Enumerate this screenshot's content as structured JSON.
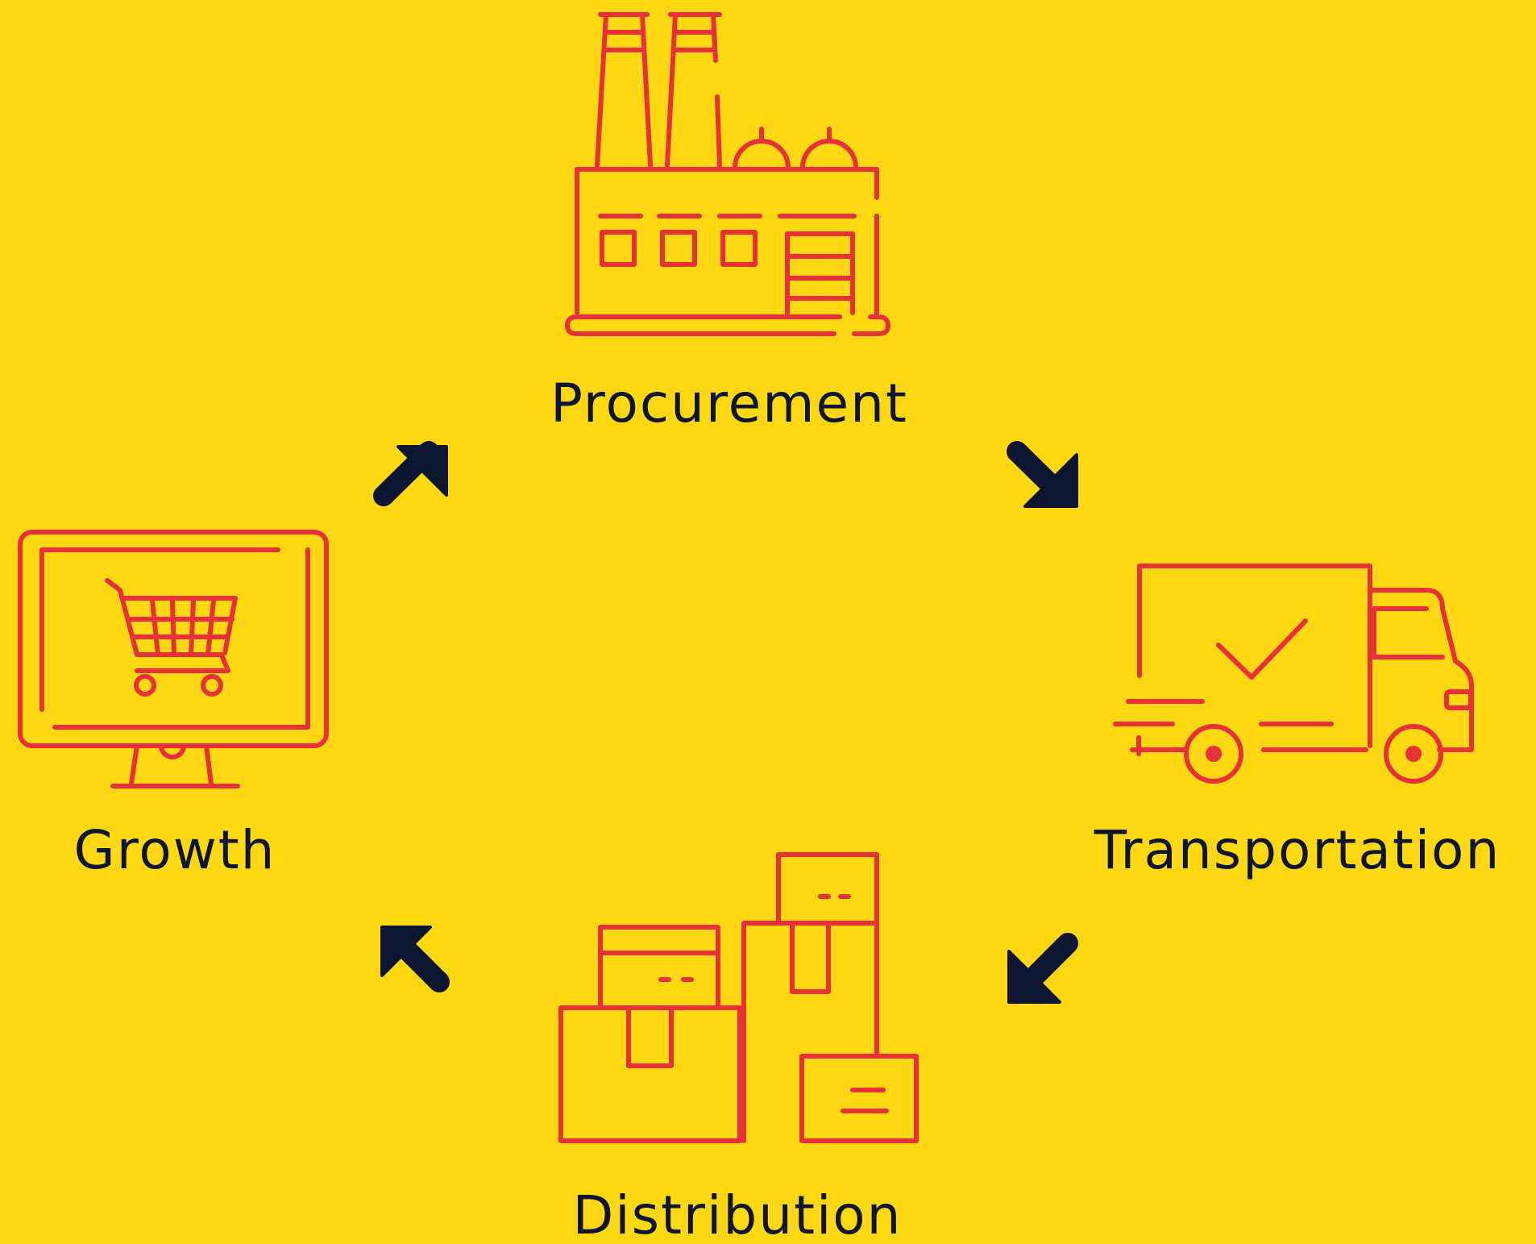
{
  "colors": {
    "background": "#FFD814",
    "icon_stroke": "#E8303A",
    "text": "#0E1530",
    "arrow": "#0E1530"
  },
  "stages": [
    {
      "id": "procurement",
      "label": "Procurement",
      "icon": "factory-icon"
    },
    {
      "id": "transportation",
      "label": "Transportation",
      "icon": "delivery-truck-icon"
    },
    {
      "id": "distribution",
      "label": "Distribution",
      "icon": "stacked-boxes-icon"
    },
    {
      "id": "growth",
      "label": "Growth",
      "icon": "monitor-shopping-cart-icon"
    }
  ],
  "arrows": [
    {
      "from": "growth",
      "to": "procurement",
      "direction": "up-right"
    },
    {
      "from": "procurement",
      "to": "transportation",
      "direction": "down-right"
    },
    {
      "from": "transportation",
      "to": "distribution",
      "direction": "down-left"
    },
    {
      "from": "distribution",
      "to": "growth",
      "direction": "up-left"
    }
  ]
}
